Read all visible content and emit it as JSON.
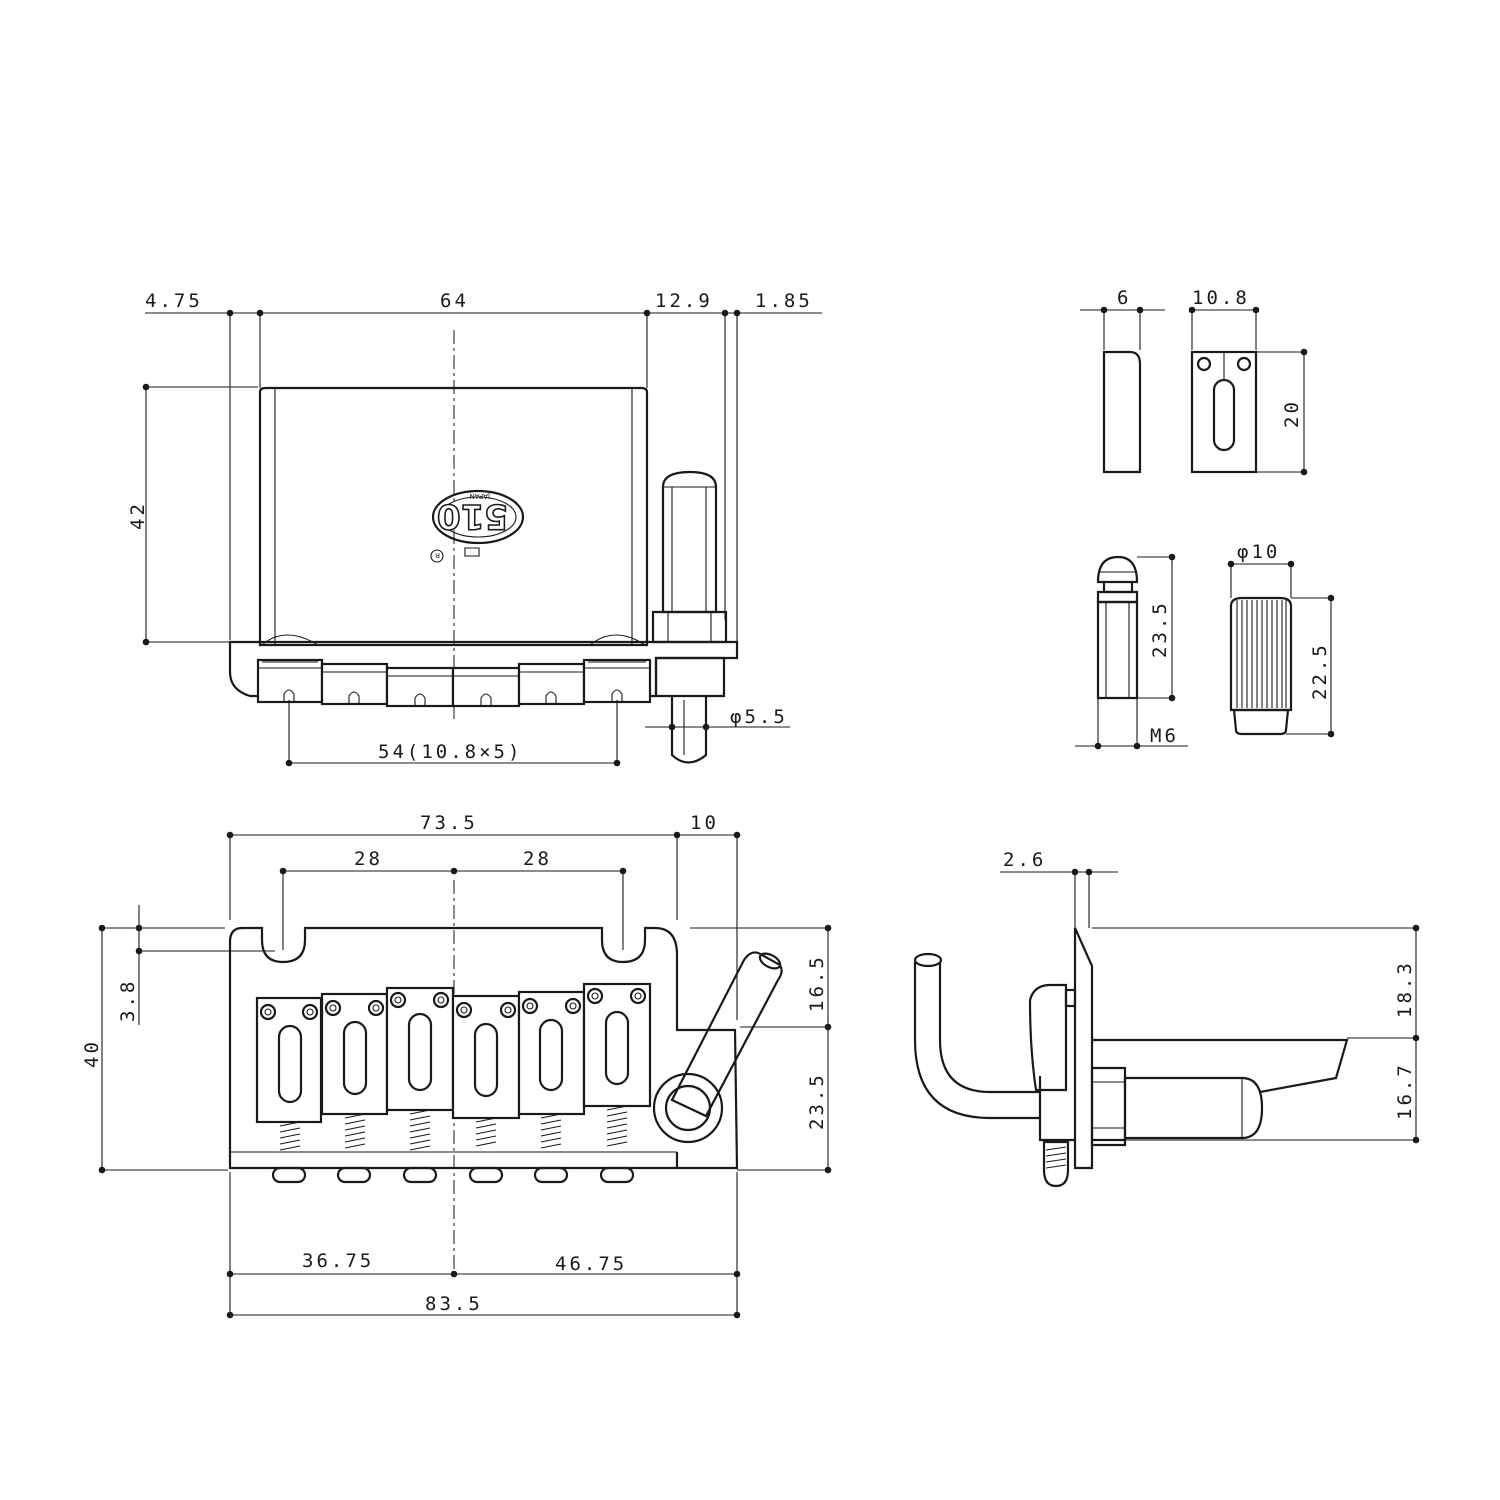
{
  "logo": {
    "brand_text": "510",
    "country_text": "JAPAN",
    "registered_mark": "R"
  },
  "front_view": {
    "dims": {
      "left_offset": "4.75",
      "block_width": "64",
      "post_offset": "12.9",
      "post_edge": "1.85",
      "block_height": "42",
      "saddle_span": "54(10.8×5)",
      "shaft_diameter": "φ5.5"
    }
  },
  "saddle_detail": {
    "dims": {
      "side_width": "6",
      "front_width": "10.8",
      "height": "20"
    }
  },
  "post_detail": {
    "dims": {
      "post_length": "23.5",
      "thread": "M6",
      "bushing_diameter": "φ10",
      "bushing_height": "22.5"
    }
  },
  "top_view": {
    "dims": {
      "plate_width": "73.5",
      "arm_offset": "10",
      "screw_spacing_left": "28",
      "screw_spacing_right": "28",
      "notch_depth": "3.8",
      "overall_depth": "40",
      "arm_upper": "16.5",
      "arm_lower": "23.5",
      "center_left": "36.75",
      "center_right": "46.75",
      "overall_width": "83.5"
    }
  },
  "side_view": {
    "dims": {
      "plate_thickness": "2.6",
      "upper_height": "18.3",
      "lower_height": "16.7"
    }
  }
}
